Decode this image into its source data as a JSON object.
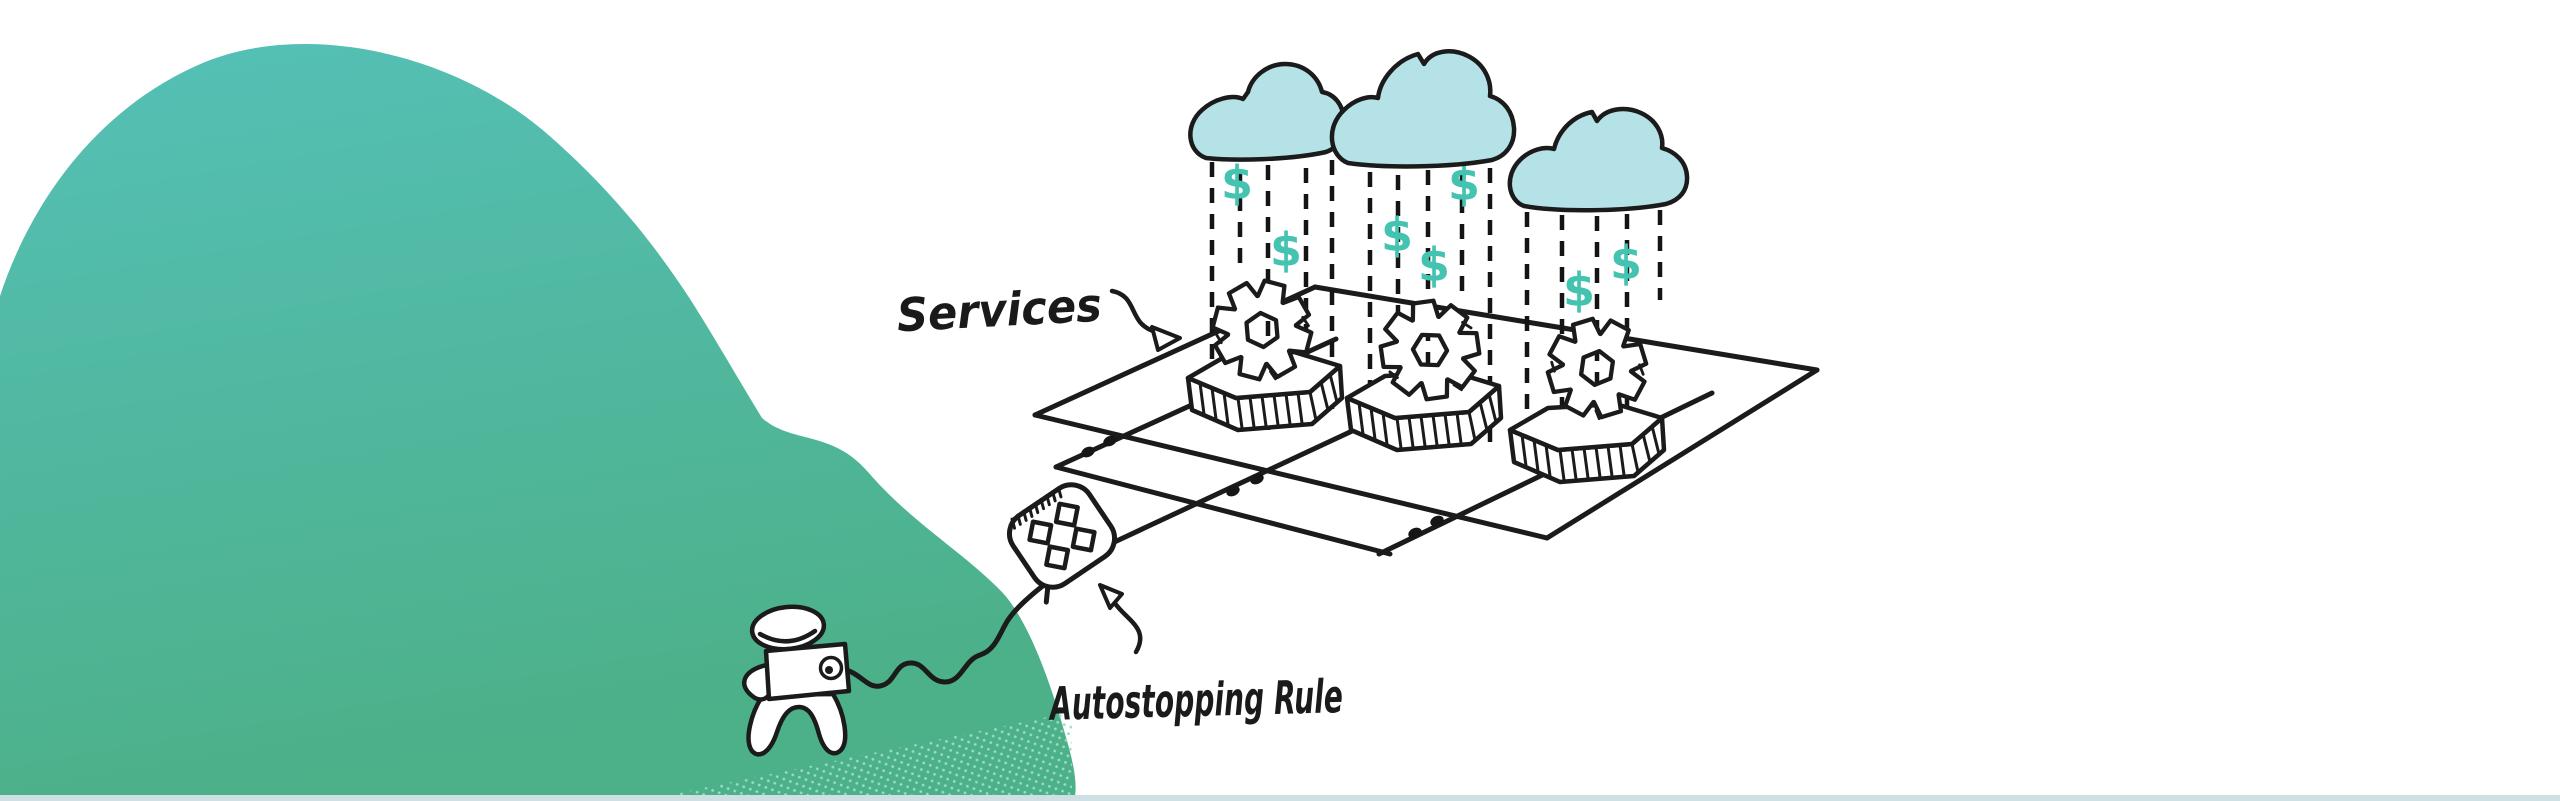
{
  "illustration": {
    "services_label": "Services",
    "autostopping_label": "Autostopping Rule",
    "dollar_sign": "$",
    "cloud_count": 3,
    "service_platform_count": 3,
    "colors": {
      "background": "#ffffff",
      "brand_cloud_top": "#55c0b7",
      "brand_cloud_bottom": "#4cb088",
      "small_cloud_fill": "#b5e2e7",
      "dollar": "#44c3b1",
      "ink": "#1b1b1b",
      "footer_strip": "#cfe0e2",
      "halftone_dot": "#9adbc9"
    },
    "icons": {
      "brand-cloud-icon": "☁",
      "cost-cloud-icon": "☁",
      "gear-icon": "⚙",
      "dollar-icon": "$",
      "remote-control-icon": "▦",
      "person-with-laptop-icon": "🧍"
    }
  }
}
